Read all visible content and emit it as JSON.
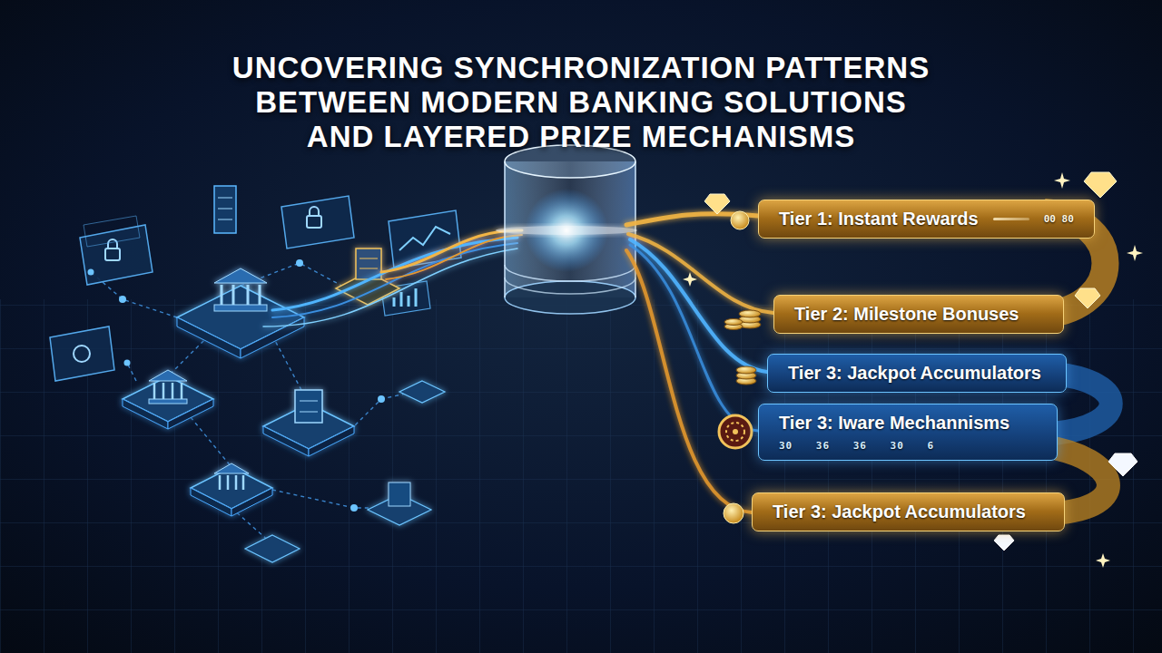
{
  "diagram": {
    "title": "UNCOVERING SYNCHRONIZATION PATTERNS BETWEEN MODERN BANKING SOLUTIONS AND LAYERED PRIZE MECHANISMS",
    "nodes": [
      {
        "text": [
          "Tier 1: Instant Rewards",
          "00 80"
        ]
      },
      {
        "text": [
          "Tier 2: Milestone Bonuses"
        ]
      },
      {
        "text": [
          "Tier 3: Jackpot Accumulators"
        ]
      },
      {
        "text": [
          "Tier 3: Iware Mechannisms",
          "30 36 36 30 6"
        ]
      },
      {
        "text": [
          "Tier 3: Jackpot Accumulators"
        ]
      }
    ]
  }
}
